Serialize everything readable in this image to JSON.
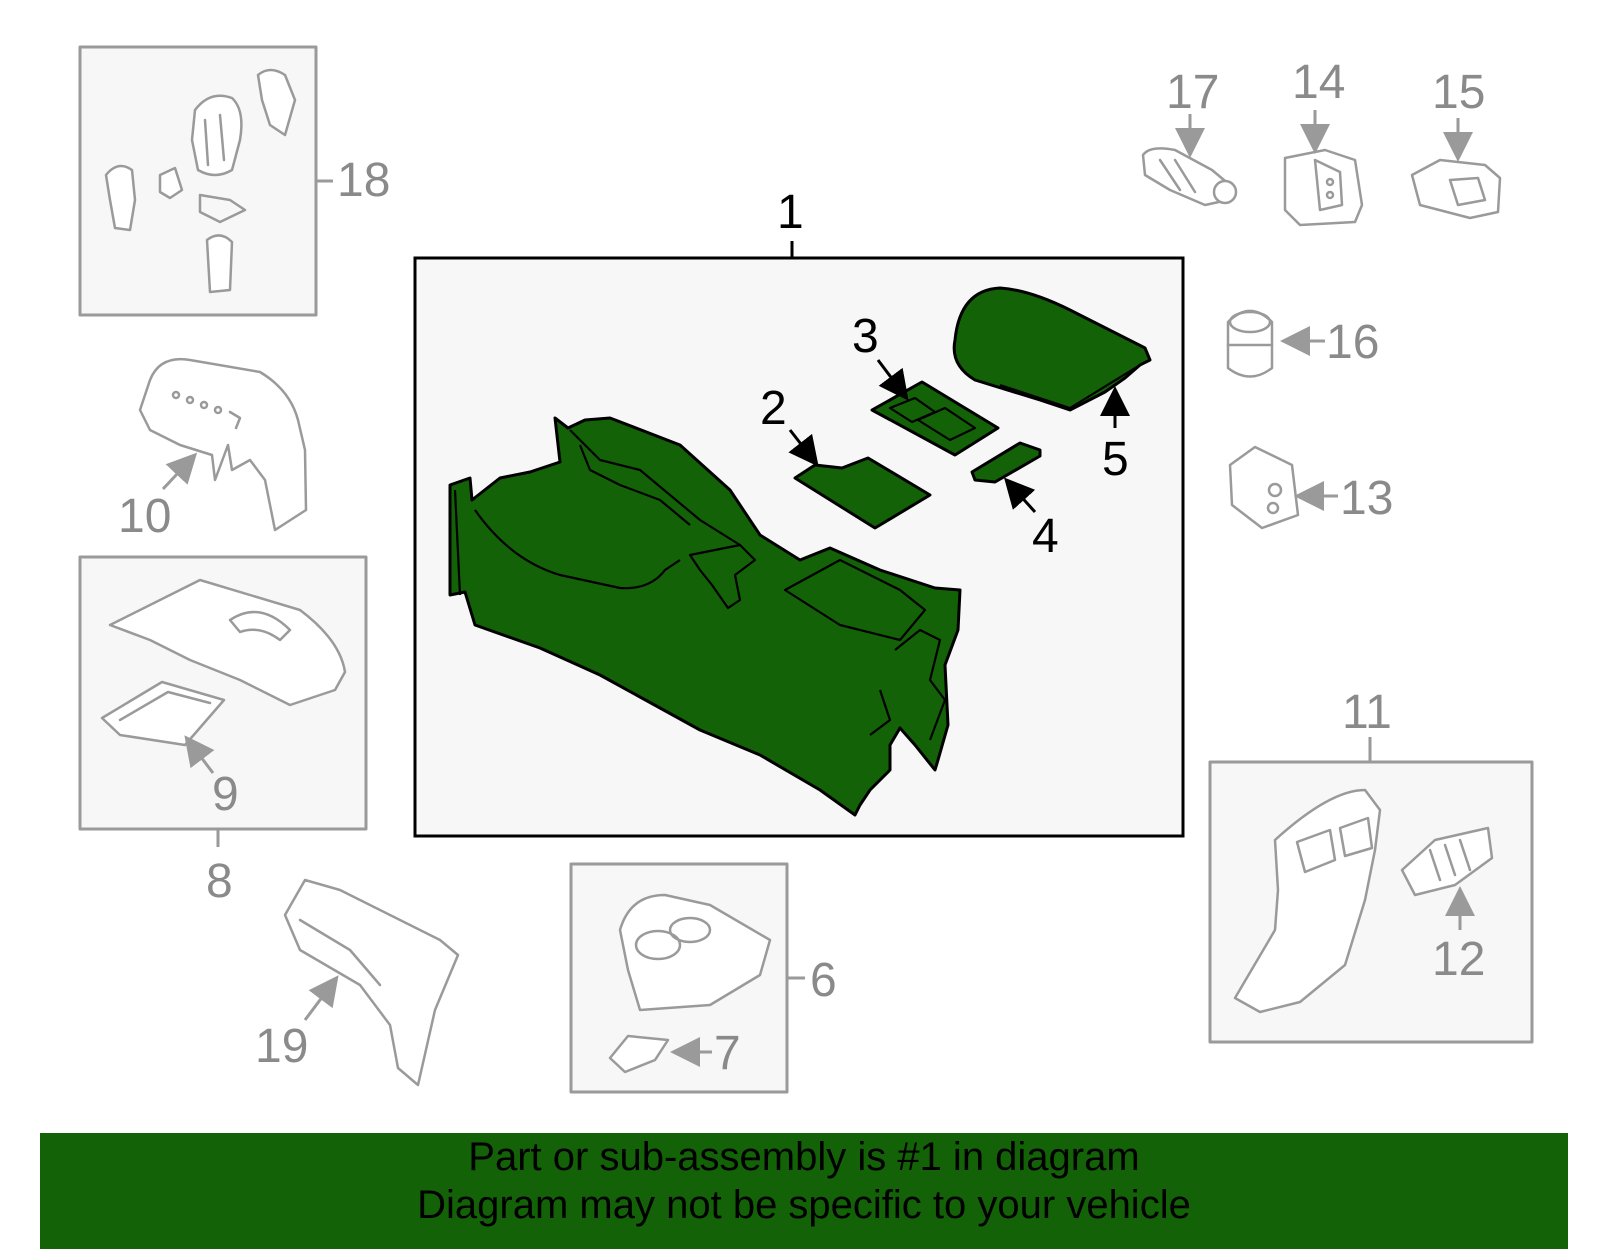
{
  "callouts": {
    "c1": "1",
    "c2": "2",
    "c3": "3",
    "c4": "4",
    "c5": "5",
    "c6": "6",
    "c7": "7",
    "c8": "8",
    "c9": "9",
    "c10": "10",
    "c11": "11",
    "c12": "12",
    "c13": "13",
    "c14": "14",
    "c15": "15",
    "c16": "16",
    "c17": "17",
    "c18": "18",
    "c19": "19"
  },
  "banner": {
    "line1": "Part or sub-assembly is #1 in diagram",
    "line2": "Diagram may not be specific to your vehicle"
  },
  "colors": {
    "highlight": "#136207",
    "part_outline": "#9a9a9a",
    "banner_bg": "#136207"
  }
}
